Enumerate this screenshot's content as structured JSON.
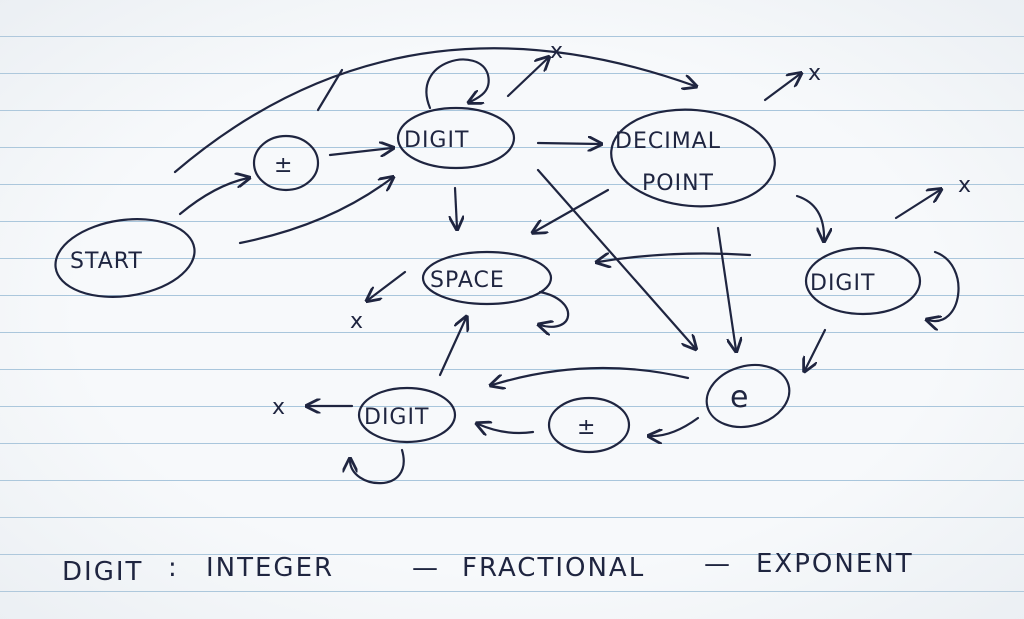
{
  "diagram": {
    "nodes": {
      "start": "START",
      "sign_top": "±",
      "digit_integer": "DIGIT",
      "decimal_point_line1": "DECIMAL",
      "decimal_point_line2": "POINT",
      "space": "SPACE",
      "digit_fractional": "DIGIT",
      "exponent": "e",
      "sign_exponent": "±",
      "digit_exponent": "DIGIT"
    },
    "reject_marks": {
      "from_digit_integer": "x",
      "from_decimal_point": "x",
      "from_digit_fractional": "x",
      "from_space": "x",
      "from_digit_exponent": "x"
    },
    "legend": {
      "label": "DIGIT",
      "separator": ":",
      "item1": "INTEGER",
      "dash1": "—",
      "item2": "FRACTIONAL",
      "dash2": "—",
      "item3": "EXPONENT"
    },
    "colors": {
      "ink": "#1f2540",
      "rule_line": "#a9c6dc",
      "paper": "#f7f9fb"
    }
  }
}
